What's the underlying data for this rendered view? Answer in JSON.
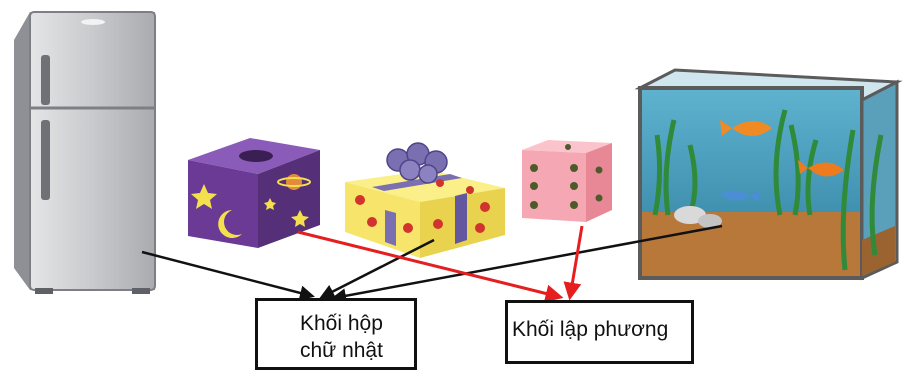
{
  "labels": {
    "cuboid": [
      "Khối hộp",
      "chữ nhật"
    ],
    "cube": "Khối lập phương"
  },
  "objects": [
    {
      "name": "refrigerator",
      "shape": "cuboid"
    },
    {
      "name": "tissue-box",
      "shape": "cube"
    },
    {
      "name": "gift-box",
      "shape": "cuboid"
    },
    {
      "name": "dice",
      "shape": "cube"
    },
    {
      "name": "aquarium",
      "shape": "cuboid"
    }
  ],
  "colors": {
    "connector_cuboid": "#111111",
    "connector_cube": "#e51f1f",
    "tissue_box": "#6a3a95",
    "gift_box": "#f6e56a",
    "gift_ribbon": "#7a6fb0",
    "dice": "#f6a7b4",
    "fridge": "#c9cacd",
    "aquarium_water": "#3d8fb0"
  }
}
